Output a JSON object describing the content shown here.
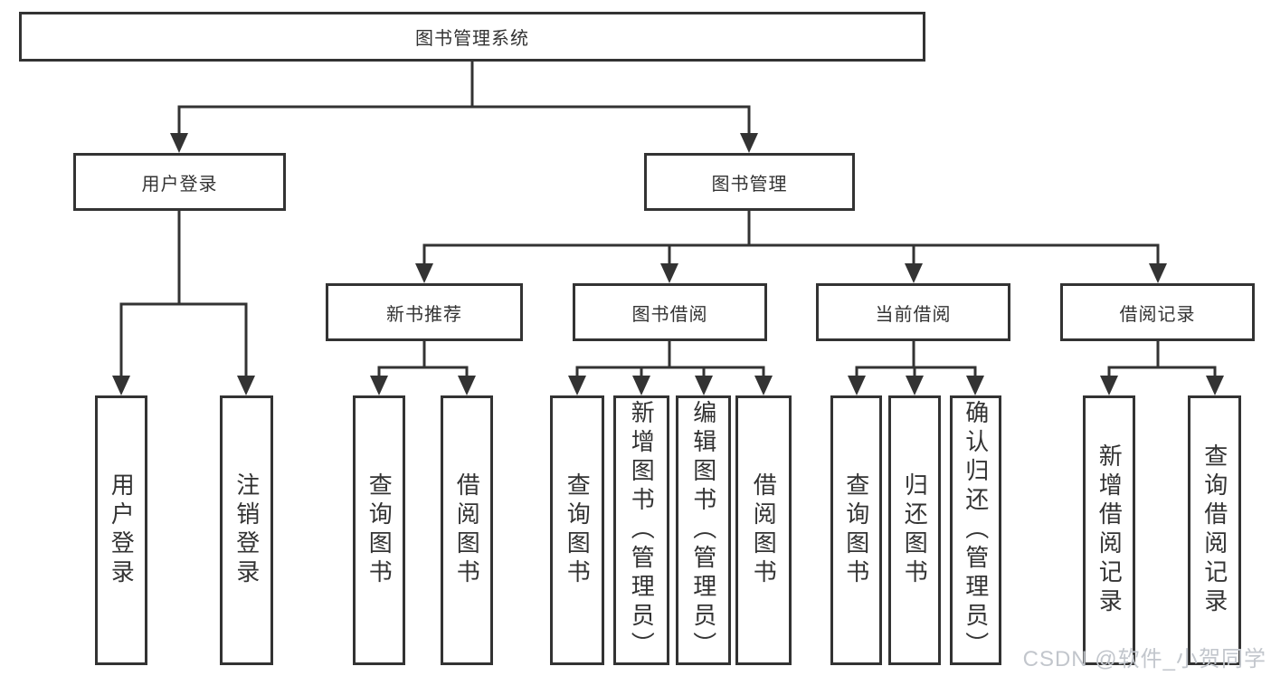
{
  "diagram": {
    "root": {
      "label": "图书管理系统"
    },
    "level2": [
      {
        "label": "用户登录"
      },
      {
        "label": "图书管理"
      }
    ],
    "level3": [
      {
        "label": "新书推荐"
      },
      {
        "label": "图书借阅"
      },
      {
        "label": "当前借阅"
      },
      {
        "label": "借阅记录"
      }
    ],
    "leaves": {
      "user_login": [
        {
          "label": "用户登录"
        },
        {
          "label": "注销登录"
        }
      ],
      "new_book": [
        {
          "label": "查询图书"
        },
        {
          "label": "借阅图书"
        }
      ],
      "book_borrow": [
        {
          "label": "查询图书"
        },
        {
          "label": "新增图书（管理员）"
        },
        {
          "label": "编辑图书（管理员）"
        },
        {
          "label": "借阅图书"
        }
      ],
      "current_borrow": [
        {
          "label": "查询图书"
        },
        {
          "label": "归还图书"
        },
        {
          "label": "确认归还（管理员）"
        }
      ],
      "borrow_record": [
        {
          "label": "新增借阅记录"
        },
        {
          "label": "查询借阅记录"
        }
      ]
    }
  },
  "watermark": {
    "text": "CSDN @软件_小贺同学"
  },
  "colors": {
    "line": "#333333",
    "text": "#333333",
    "background": "#ffffff",
    "watermark": "#c2c6cc"
  }
}
